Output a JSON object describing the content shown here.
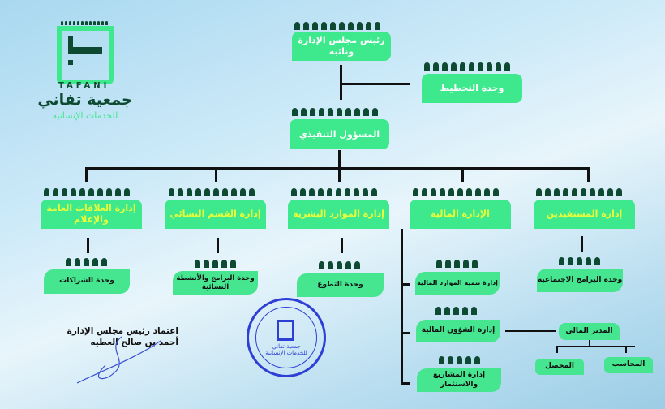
{
  "logo": {
    "latin": "TAFANI",
    "name": "جمعية تفاني",
    "tagline": "للخدمات الإنسانية"
  },
  "top": {
    "chairman": "رئيس مجلس الإدارة ونائبه",
    "planning": "وحدة التخطيط",
    "executive": "المسؤول التنفيذي"
  },
  "departments": [
    {
      "label": "إدارة المستفيدين",
      "unit": "وحدة البرامج الاجتماعية"
    },
    {
      "label": "الإدارة المالية"
    },
    {
      "label": "إدارة الموارد البشرية",
      "unit": "وحدة التطوع"
    },
    {
      "label": "إدارة القسم النسائي",
      "unit": "وحدة البرامج والأنشطة النسائية"
    },
    {
      "label": "إدارة العلاقات العامة والإعلام",
      "unit": "وحدة الشراكات"
    }
  ],
  "finance": {
    "subs": [
      "إدارة تنمية الموارد المالية",
      "إدارة الشؤون المالية",
      "إدارة المشاريع والاستثمار"
    ],
    "manager": "المدير المالي",
    "accountant": "المحاسب",
    "collector": "المحصل"
  },
  "approval": {
    "line1": "اعتماد رئيس مجلس الإدارة",
    "line2": "أحمد بن صالح العطيه"
  },
  "stamp": {
    "text": "جمعية تفاني للخدمات الإنسانية"
  },
  "colors": {
    "box": "#3ee88c",
    "comb": "#0e4a32",
    "dept_text": "#eaff3a"
  }
}
